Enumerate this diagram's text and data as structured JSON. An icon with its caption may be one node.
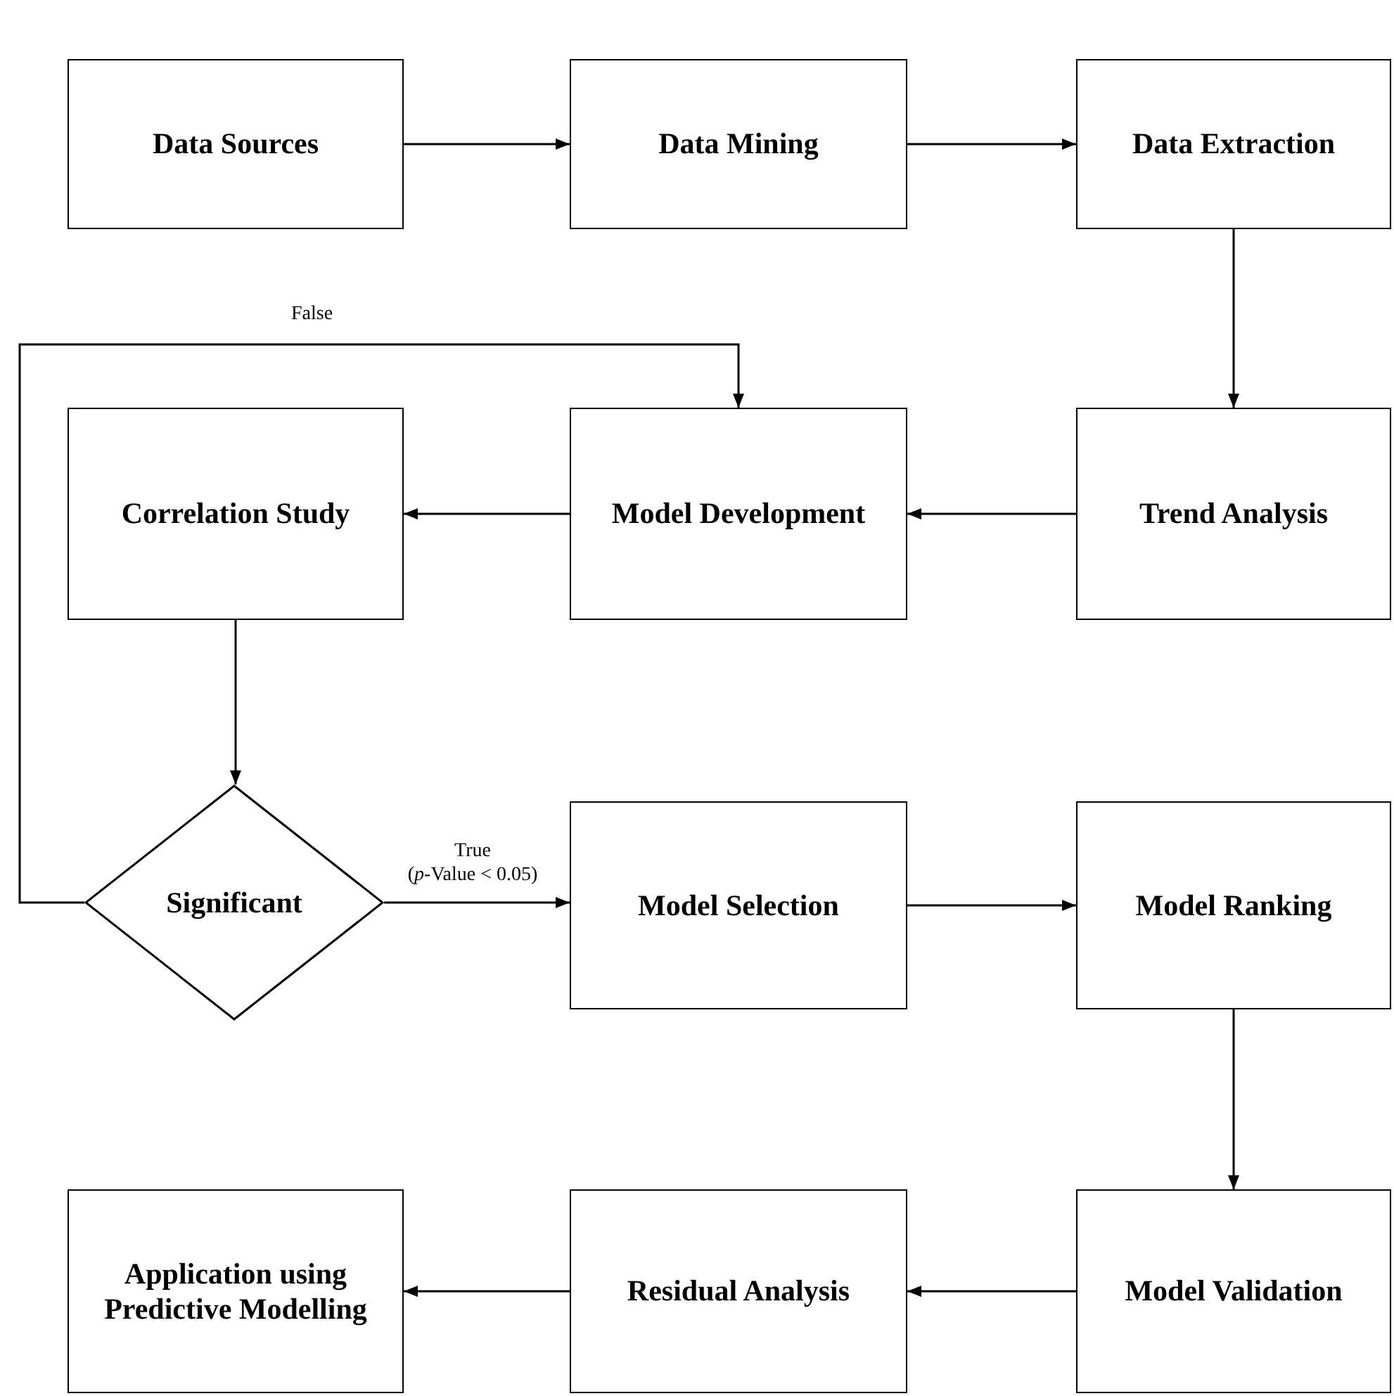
{
  "diagram": {
    "nodes": [
      {
        "text": [
          "Data Sources"
        ]
      },
      {
        "text": [
          "Data Mining"
        ]
      },
      {
        "text": [
          "Data Extraction"
        ]
      },
      {
        "text": [
          "Correlation Study"
        ]
      },
      {
        "text": [
          "Model Development"
        ]
      },
      {
        "text": [
          "Trend Analysis"
        ]
      },
      {
        "text": [
          "Significant"
        ]
      },
      {
        "text": [
          "Model Selection"
        ]
      },
      {
        "text": [
          "Model Ranking"
        ]
      },
      {
        "text": [
          "Application using Predictive Modelling"
        ]
      },
      {
        "text": [
          "Residual Analysis"
        ]
      },
      {
        "text": [
          "Model Validation"
        ]
      }
    ],
    "edges": [
      {
        "from": 0,
        "to": 1,
        "arrow": "to"
      },
      {
        "from": 1,
        "to": 2,
        "arrow": "to"
      },
      {
        "from": 2,
        "to": 5,
        "arrow": "to"
      },
      {
        "from": 5,
        "to": 4,
        "arrow": "to"
      },
      {
        "from": 4,
        "to": 3,
        "arrow": "to"
      },
      {
        "from": 3,
        "to": 6,
        "arrow": "to"
      },
      {
        "from": 6,
        "to": 4,
        "arrow": "to",
        "label": "False"
      },
      {
        "from": 6,
        "to": 7,
        "arrow": "to",
        "label": "True (*p*-Value < 0.05)"
      },
      {
        "from": 7,
        "to": 8,
        "arrow": "to"
      },
      {
        "from": 8,
        "to": 11,
        "arrow": "to"
      },
      {
        "from": 11,
        "to": 10,
        "arrow": "to"
      },
      {
        "from": 10,
        "to": 9,
        "arrow": "to"
      }
    ]
  }
}
